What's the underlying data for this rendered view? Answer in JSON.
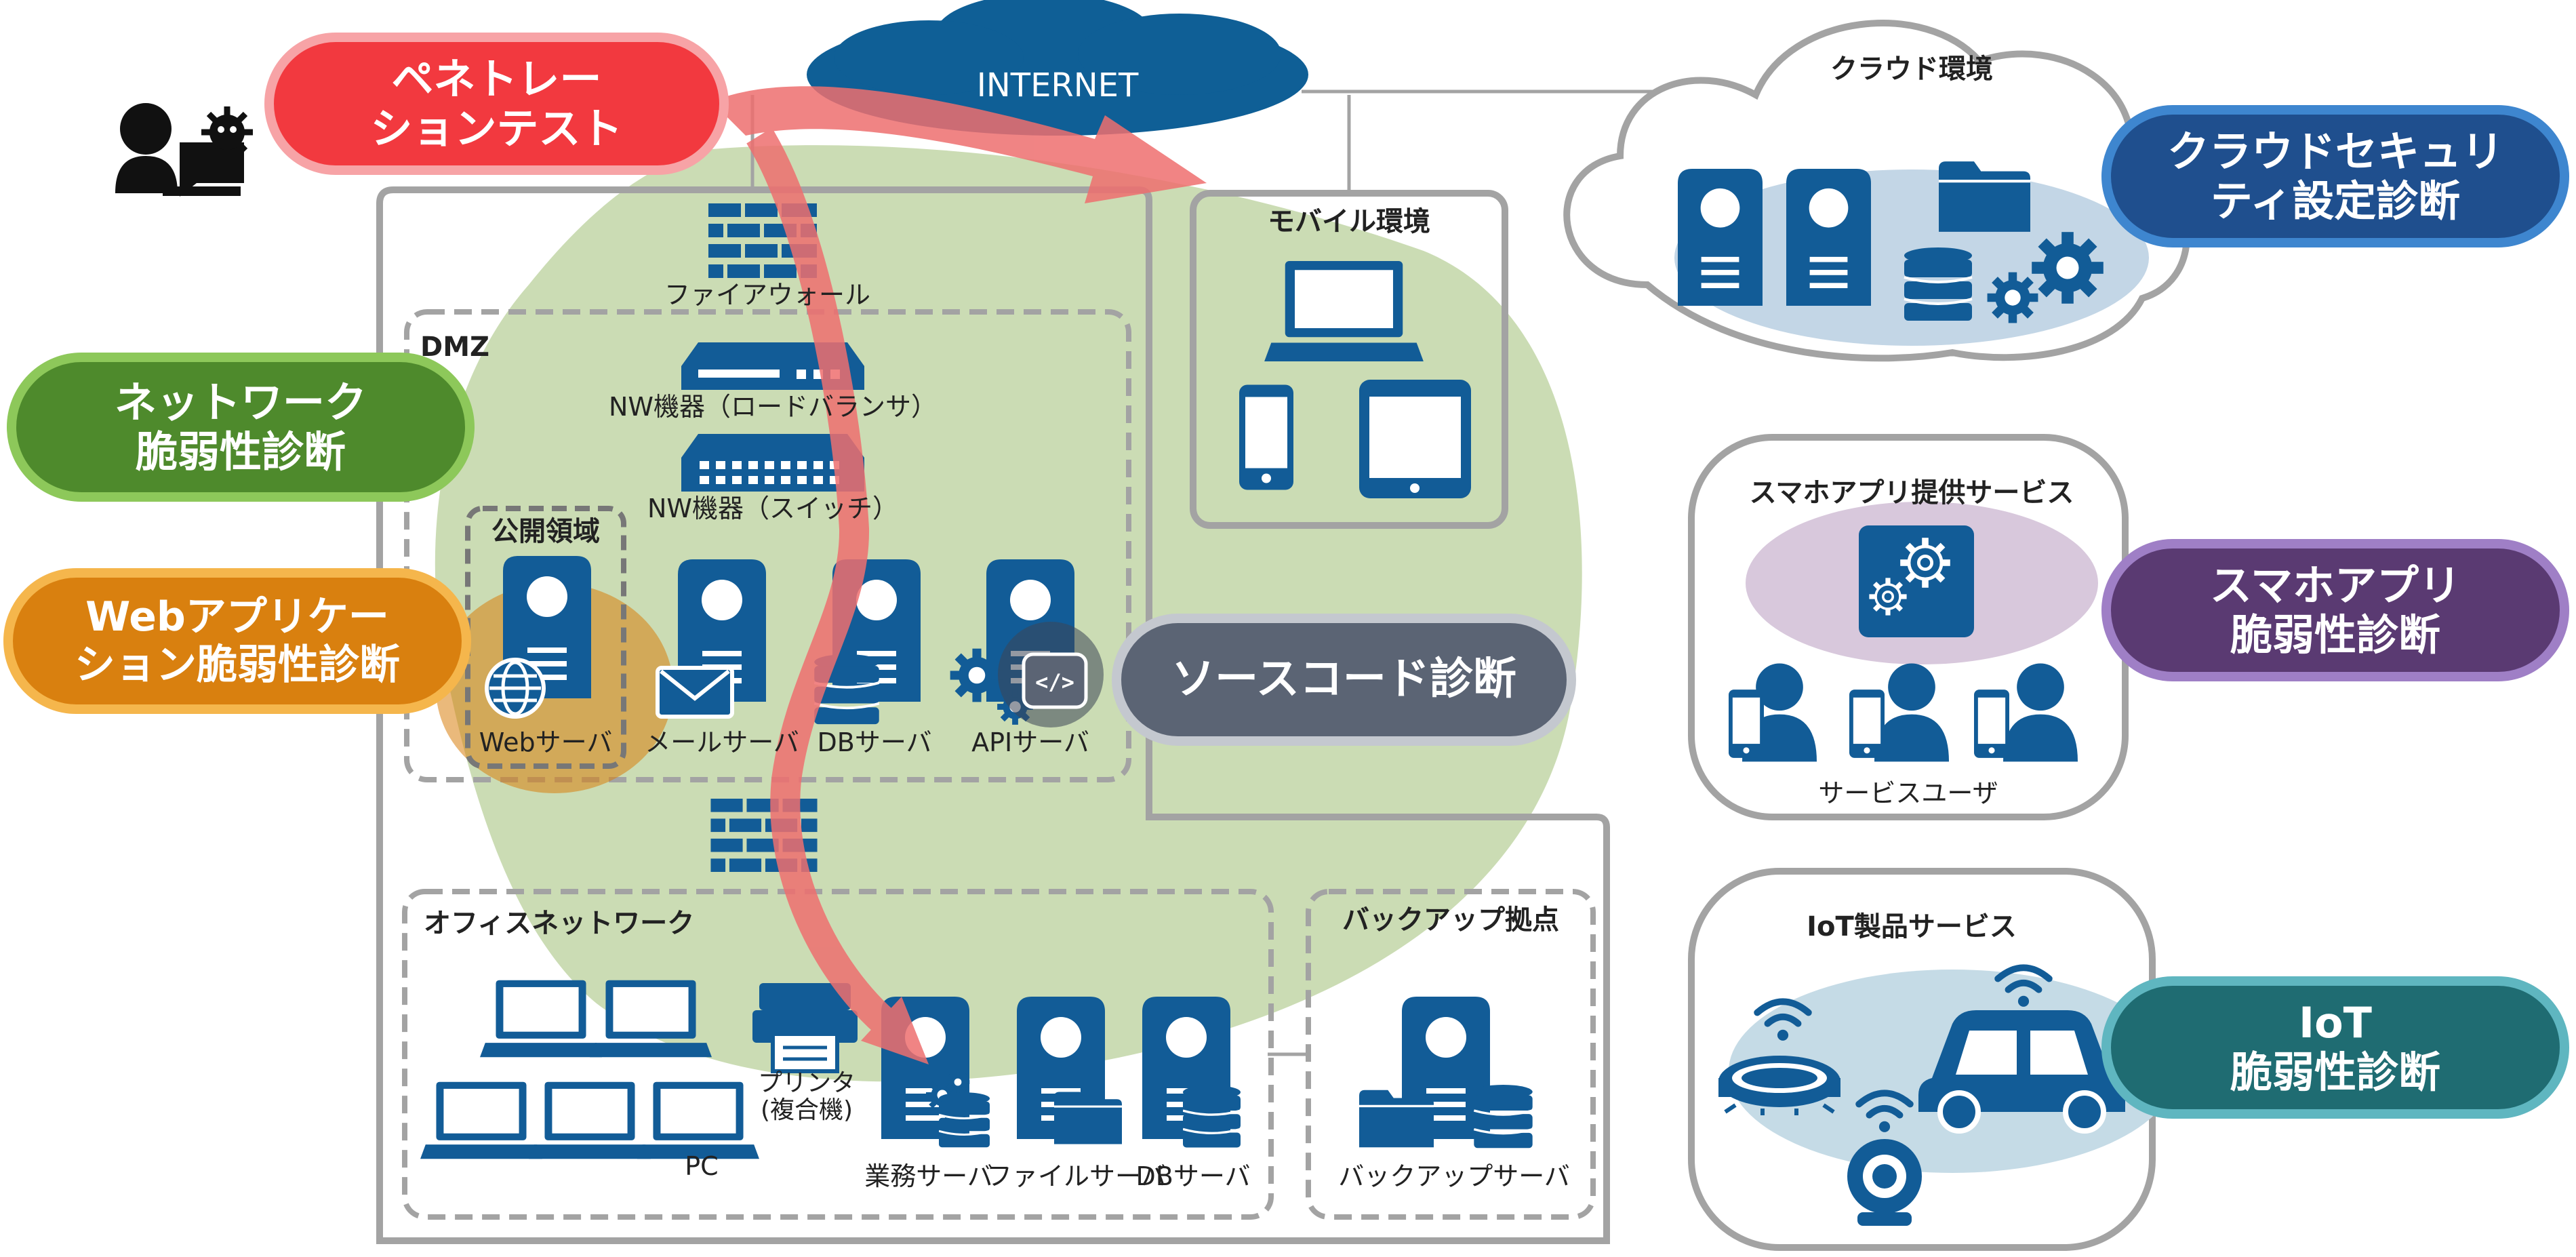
{
  "diagram": {
    "internet_label": "INTERNET",
    "firewall_label": "ファイアウォール",
    "dmz_label": "DMZ",
    "lb_label": "NW機器（ロードバランサ）",
    "switch_label": "NW機器（スイッチ）",
    "public_area_label": "公開領域",
    "web_server_label": "Webサーバ",
    "mail_server_label": "メールサーバ",
    "db_server_label": "DBサーバ",
    "api_server_label": "APIサーバ",
    "mobile_env_label": "モバイル環境",
    "office_network_label": "オフィスネットワーク",
    "printer_label_line1": "プリンタ",
    "printer_label_line2": "(複合機)",
    "pc_label": "PC",
    "business_server_label": "業務サーバ",
    "file_server_label": "ファイルサーバ",
    "office_db_server_label": "DBサーバ",
    "backup_site_label": "バックアップ拠点",
    "backup_server_label": "バックアップサーバ",
    "cloud_env_label": "クラウド環境",
    "smartphone_service_label": "スマホアプリ提供サービス",
    "service_users_label": "サービスユーザ",
    "iot_service_label": "IoT製品サービス"
  },
  "callouts": {
    "pentest": {
      "line1": "ペネトレー",
      "line2": "ションテスト",
      "color": "#f2393f",
      "border": "#f7a3a6"
    },
    "network": {
      "line1": "ネットワーク",
      "line2": "脆弱性診断",
      "color": "#4e8a2c",
      "border": "#8dc85a"
    },
    "webapp": {
      "line1": "Webアプリケー",
      "line2": "ション脆弱性診断",
      "color": "#d9800f",
      "border": "#f5b64c"
    },
    "source": {
      "line1": "ソースコード診断",
      "color": "#5b6474",
      "border": "#c4c8cf"
    },
    "cloud": {
      "line1": "クラウドセキュリ",
      "line2": "ティ設定診断",
      "color": "#1f4f8e",
      "border": "#3e86cf"
    },
    "smartphone": {
      "line1": "スマホアプリ",
      "line2": "脆弱性診断",
      "color": "#5a3a72",
      "border": "#9f7fc6"
    },
    "iot": {
      "line1": "IoT",
      "line2": "脆弱性診断",
      "color": "#1f6c72",
      "border": "#5fb6c0"
    }
  },
  "colors": {
    "icon_blue": "#125c97",
    "green_area": "#b9d09b",
    "arrow_red": "#ee6f6f",
    "frame_gray": "#a3a3a3",
    "cloud_fill": "#0f5f96"
  },
  "icons": [
    "attacker-icon",
    "firewall-icon",
    "load-balancer-icon",
    "switch-icon",
    "server-icon",
    "globe-icon",
    "mail-icon",
    "database-icon",
    "gear-icon",
    "code-icon",
    "laptop-icon",
    "smartphone-icon",
    "tablet-icon",
    "printer-icon",
    "folder-icon",
    "user-icon",
    "robot-vacuum-icon",
    "camera-icon",
    "car-icon",
    "wifi-icon",
    "cloud-icon"
  ]
}
